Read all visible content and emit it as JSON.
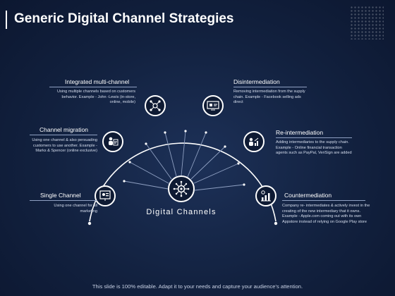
{
  "slide": {
    "title": "Generic Digital Channel Strategies",
    "center_label": "Digital Channels",
    "footer": "This slide is 100% editable. Adapt it to your needs and capture your audience's attention."
  },
  "blocks": {
    "integrated": {
      "heading": "Integrated multi-channel",
      "body": "Using multiple channels based on customers behavior. Example - John -Lewis (in-store, online, mobile)"
    },
    "channel_migration": {
      "heading": "Channel migration",
      "body": "Using one channel & also persuading customers to use another. Example - Marks & Spencer (online exclusive)"
    },
    "single_channel": {
      "heading": "Single Channel",
      "body": "Using one channel for all marketing"
    },
    "disintermediation": {
      "heading": "Disintermediation",
      "body": "Removing intermediation from the supply chain. Example - Facebook selling ads direct"
    },
    "reintermediation": {
      "heading": "Re-intermediation",
      "body": "Adding intermediaries to the supply chain. Example - Online financial transaction agents such as PayPal, VeriSign are added"
    },
    "countermediation": {
      "heading": "Countermediation",
      "body": "Company re- intermediates & actively invest in the creating of the new intermediary that it owns. Example - Apple.com coming out with its own Appstore instead of relying on Google Play store"
    }
  },
  "icons": [
    "network-icon",
    "team-icon",
    "presentation-icon",
    "monitor-icon",
    "people-chart-icon",
    "growth-chart-icon",
    "digital-hub-icon"
  ],
  "colors": {
    "background": "#12213f",
    "accent": "#ffffff",
    "muted_text": "#d6deee"
  }
}
